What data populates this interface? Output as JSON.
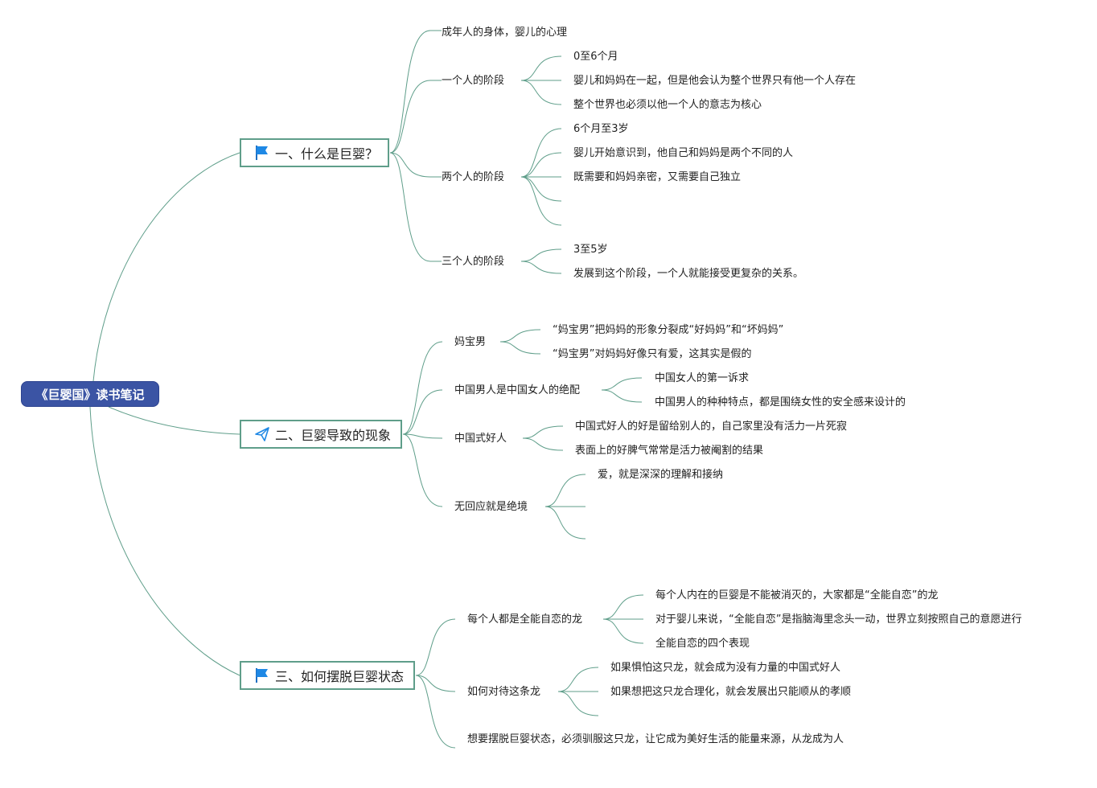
{
  "title": "《巨婴国》读书笔记",
  "colors": {
    "root_fill": "#3b54a4",
    "line": "#5f9e8a",
    "flag": "#1e88e5"
  },
  "branches": [
    {
      "label": "一、什么是巨婴？",
      "icon": "flag-icon",
      "children": [
        {
          "label": "成年人的身体，婴儿的心理"
        },
        {
          "label": "一个人的阶段",
          "children": [
            "0至6个月",
            "婴儿和妈妈在一起，但是他会认为整个世界只有他一个人存在",
            "整个世界也必须以他一个人的意志为核心"
          ]
        },
        {
          "label": "两个人的阶段",
          "children": [
            "6个月至3岁",
            "婴儿开始意识到，他自己和妈妈是两个不同的人",
            "既需要和妈妈亲密，又需要自己独立"
          ]
        },
        {
          "label": "三个人的阶段",
          "children": [
            "3至5岁",
            "发展到这个阶段，一个人就能接受更复杂的关系。"
          ]
        }
      ]
    },
    {
      "label": "二、巨婴导致的现象",
      "icon": "send-icon",
      "children": [
        {
          "label": "妈宝男",
          "children": [
            "“妈宝男”把妈妈的形象分裂成“好妈妈”和“坏妈妈”",
            "“妈宝男”对妈妈好像只有爱，这其实是假的"
          ]
        },
        {
          "label": "中国男人是中国女人的绝配",
          "children": [
            "中国女人的第一诉求",
            "中国男人的种种特点，都是围绕女性的安全感来设计的"
          ]
        },
        {
          "label": "中国式好人",
          "children": [
            "中国式好人的好是留给别人的，自己家里没有活力一片死寂",
            "表面上的好脾气常常是活力被阉割的结果"
          ]
        },
        {
          "label": "无回应就是绝境",
          "children": [
            "爱，就是深深的理解和接纳"
          ]
        }
      ]
    },
    {
      "label": "三、如何摆脱巨婴状态",
      "icon": "flag-icon",
      "children": [
        {
          "label": "每个人都是全能自恋的龙",
          "children": [
            "每个人内在的巨婴是不能被消灭的，大家都是“全能自恋”的龙",
            "对于婴儿来说，“全能自恋”是指脑海里念头一动，世界立刻按照自己的意愿进行",
            "全能自恋的四个表现"
          ]
        },
        {
          "label": "如何对待这条龙",
          "children": [
            "如果惧怕这只龙，就会成为没有力量的中国式好人",
            "如果想把这只龙合理化，就会发展出只能顺从的孝顺"
          ]
        },
        {
          "label": "想要摆脱巨婴状态，必须驯服这只龙，让它成为美好生活的能量来源，从龙成为人"
        }
      ]
    }
  ]
}
